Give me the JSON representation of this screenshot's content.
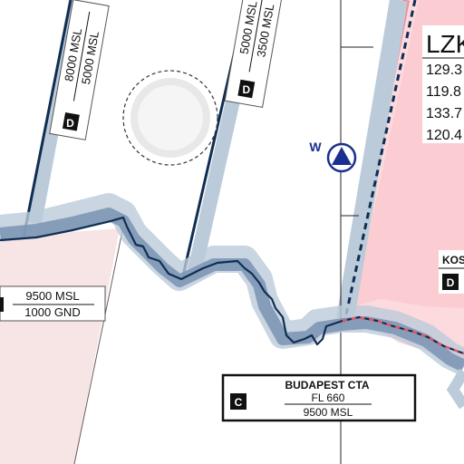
{
  "airspace_labels": {
    "left_sector": {
      "upper": "8000 MSL",
      "lower": "5000 MSL",
      "class": "D"
    },
    "center_sector": {
      "upper": "5000 MSL",
      "lower": "3500 MSL",
      "class": "D"
    },
    "left_lower_sector": {
      "upper": "9500 MSL",
      "lower": "1000 GND"
    },
    "budapest_cta": {
      "name": "BUDAPEST CTA",
      "upper": "FL 660",
      "lower": "9500 MSL",
      "class": "C"
    }
  },
  "zone": {
    "ident_partial": "LZK",
    "frequencies": [
      "129.3",
      "119.8",
      "133.7",
      "120.4"
    ],
    "sub_label_partial": "KOS",
    "sub_class": "D"
  },
  "waypoint": {
    "label": "W",
    "icon": "vor-triangle-icon"
  },
  "colors": {
    "border_glow": "#c2d1de",
    "border_line": "#0f2e52",
    "restricted_fill": "#fcdadd",
    "restricted_edge": "#e9565f",
    "airspace_band": "#bccbda",
    "waypoint": "#1a2f8f",
    "left_fill": "#f6e2e3"
  }
}
